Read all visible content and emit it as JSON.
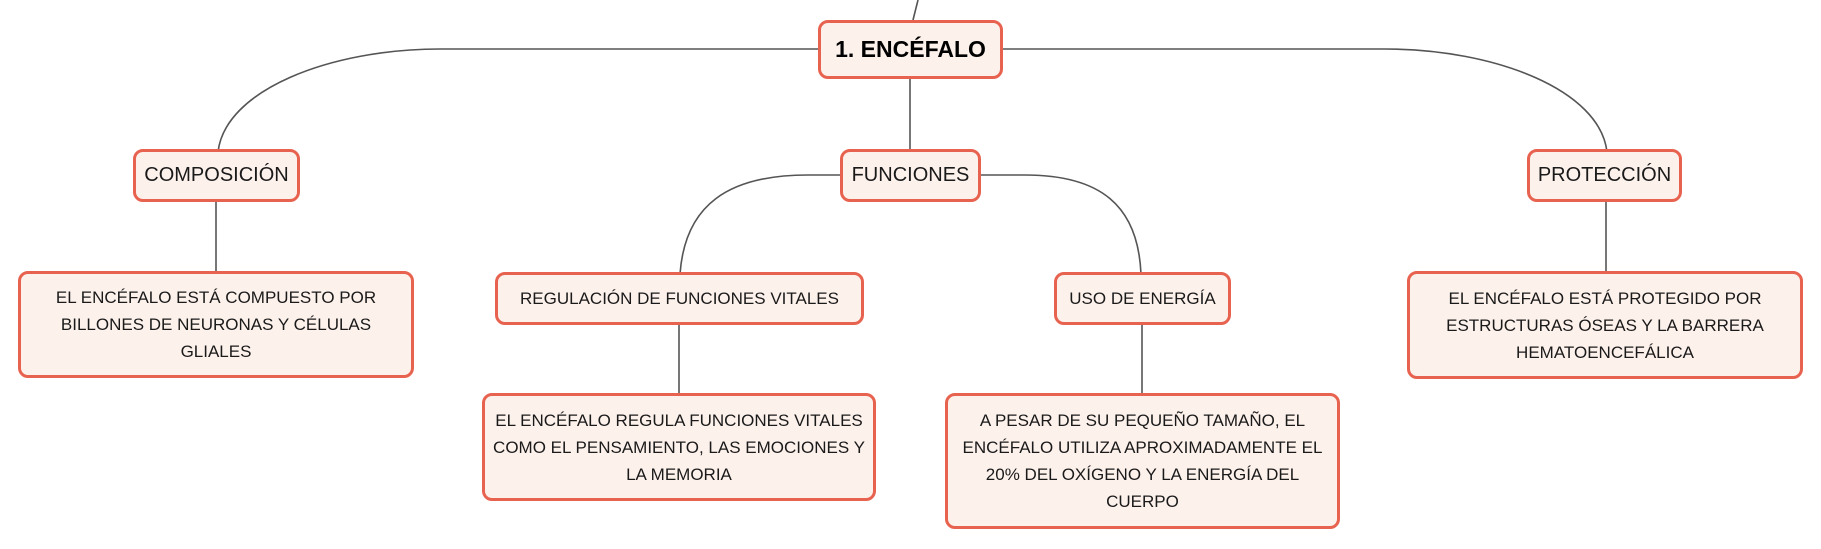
{
  "diagram": {
    "colors": {
      "border": "#e8634f",
      "fill": "#fdf1ec",
      "line": "#555555"
    },
    "root": "1. ENCÉFALO",
    "branches": {
      "composicion": "COMPOSICIÓN",
      "funciones": "FUNCIONES",
      "proteccion": "PROTECCIÓN"
    },
    "sub_topics": {
      "regulacion": "REGULACIÓN DE FUNCIONES VITALES",
      "energia": "USO DE ENERGÍA"
    },
    "details": {
      "composicion": "EL ENCÉFALO ESTÁ COMPUESTO POR BILLONES DE NEURONAS Y CÉLULAS GLIALES",
      "regulacion": "EL ENCÉFALO REGULA FUNCIONES VITALES COMO EL PENSAMIENTO, LAS EMOCIONES Y LA MEMORIA",
      "energia": "A PESAR DE SU PEQUEÑO TAMAÑO, EL ENCÉFALO UTILIZA APROXIMADAMENTE EL 20% DEL OXÍGENO Y LA ENERGÍA DEL CUERPO",
      "proteccion": "EL ENCÉFALO ESTÁ PROTEGIDO POR ESTRUCTURAS ÓSEAS Y LA BARRERA HEMATOENCEFÁLICA"
    }
  }
}
